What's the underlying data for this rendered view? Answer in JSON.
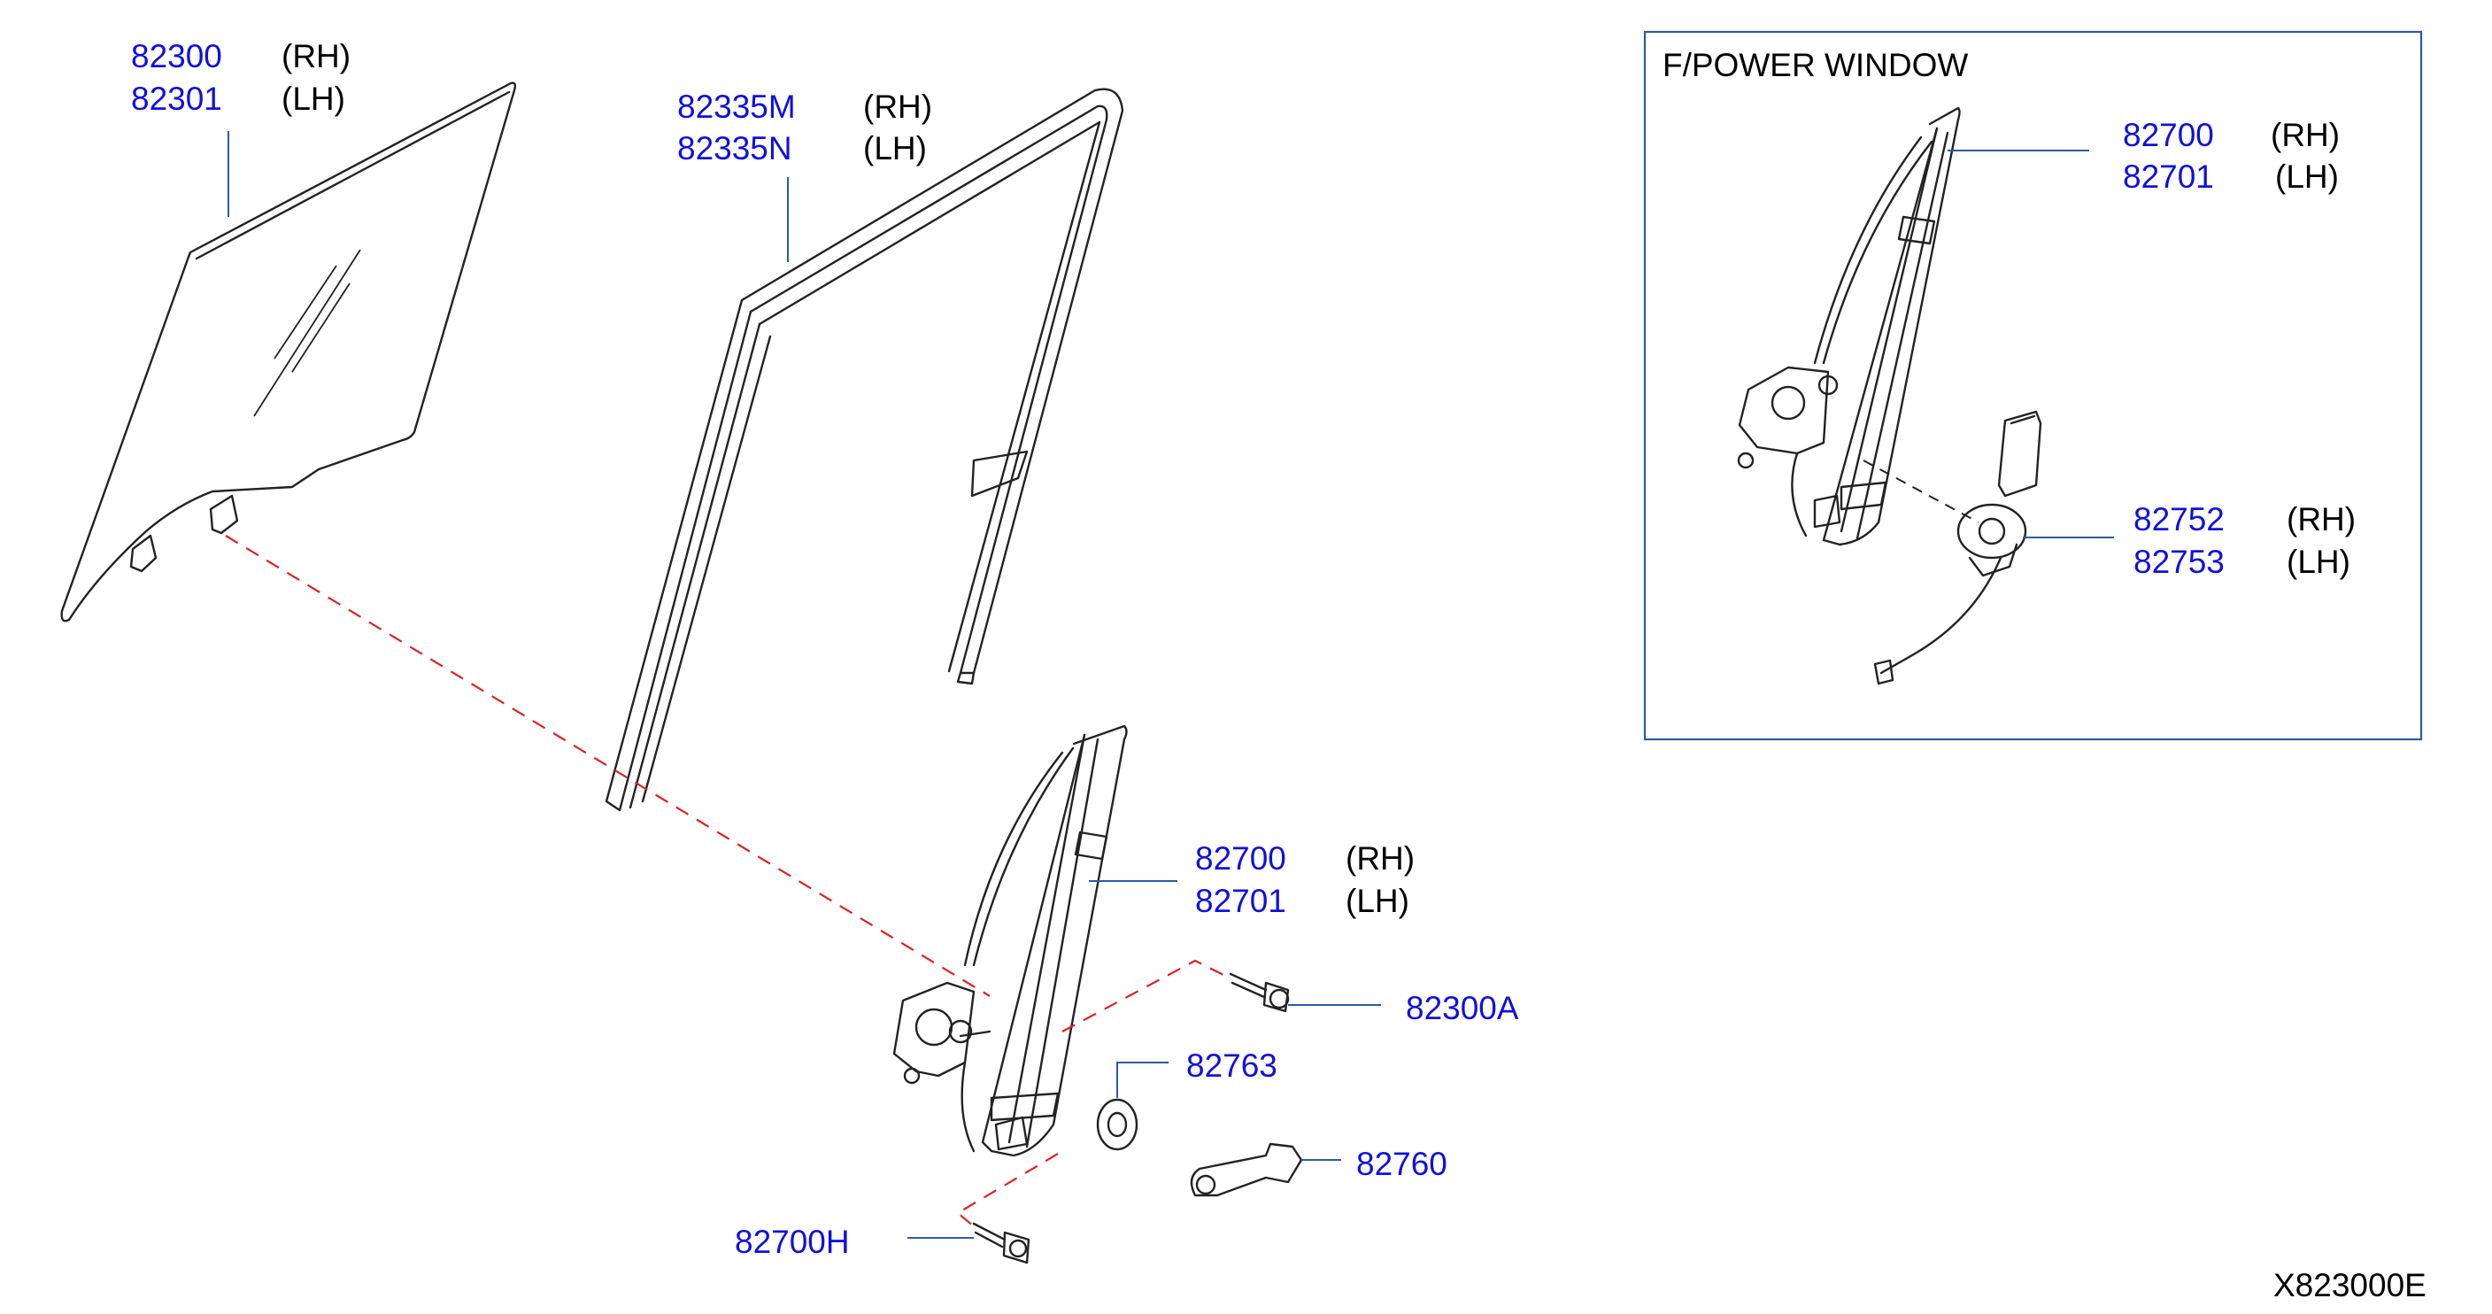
{
  "diagram_code": "X823000E",
  "inset": {
    "title": "F/POWER  WINDOW"
  },
  "callouts": {
    "glass": {
      "pn1": "82300",
      "side1": "(RH)",
      "pn2": "82301",
      "side2": "(LH)"
    },
    "run_channel": {
      "pn1": "82335M",
      "side1": "(RH)",
      "pn2": "82335N",
      "side2": "(LH)"
    },
    "regulator": {
      "pn1": "82700",
      "side1": "(RH)",
      "pn2": "82701",
      "side2": "(LH)"
    },
    "bolt_a": {
      "pn": "82300A"
    },
    "washer": {
      "pn": "82763"
    },
    "handle": {
      "pn": "82760"
    },
    "bolt_h": {
      "pn": "82700H"
    },
    "inset_regulator": {
      "pn1": "82700",
      "side1": "(RH)",
      "pn2": "82701",
      "side2": "(LH)"
    },
    "inset_motor": {
      "pn1": "82752",
      "side1": "(RH)",
      "pn2": "82753",
      "side2": "(LH)"
    }
  }
}
